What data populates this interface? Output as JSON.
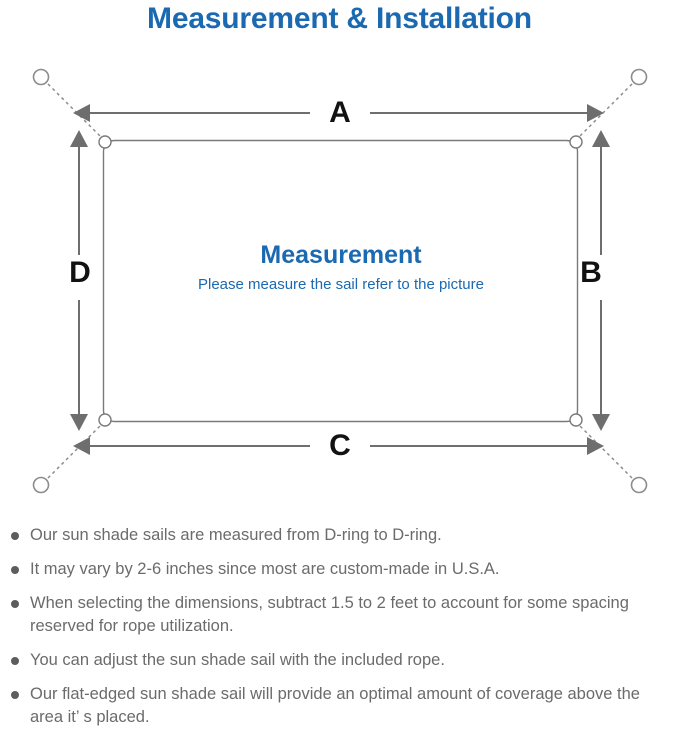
{
  "title": "Measurement & Installation",
  "diagram": {
    "center_title": "Measurement",
    "center_subtitle": "Please measure the sail refer to the picture",
    "labels": {
      "top": "A",
      "right": "B",
      "bottom": "C",
      "left": "D"
    },
    "colors": {
      "title_blue": "#1b69b0",
      "line_gray": "#6e6e6e",
      "sail_outline": "#7a7a7a",
      "label_black": "#121212",
      "body_gray": "#6b6b6b"
    },
    "icon_names": [
      "anchor-point-circle",
      "d-ring-circle",
      "dashed-rope-line",
      "dimension-arrow"
    ]
  },
  "notes": [
    "Our sun shade sails are measured from D-ring to D-ring.",
    "It may vary by 2-6 inches since most are custom-made in U.S.A.",
    "When selecting the dimensions, subtract 1.5 to 2 feet to account for some spacing reserved for rope utilization.",
    "You can adjust the sun shade sail with the included rope.",
    "Our flat-edged sun shade sail will provide an optimal amount of coverage above the area it’ s placed."
  ]
}
